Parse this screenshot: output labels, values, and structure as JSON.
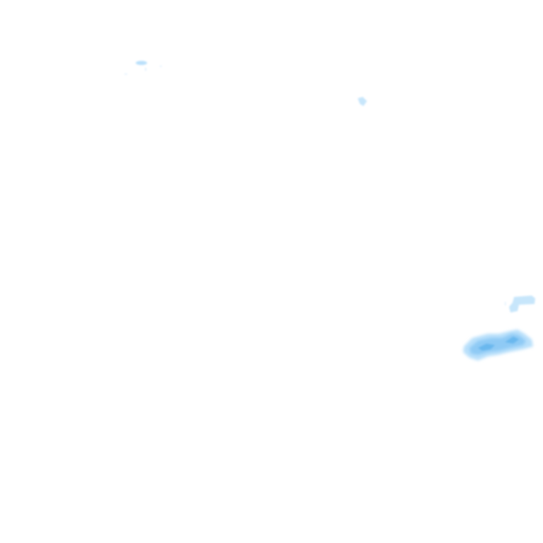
{
  "map": {
    "background_color": "#ffffff",
    "layer_type": "precipitation-radar-tile",
    "legend_colors": {
      "very_light": "#dff0fd",
      "light": "#b9e0fb",
      "moderate": "#8fcaf5",
      "heavy": "#5fb0ea"
    },
    "echoes": [
      {
        "name": "echo-northwest-speck",
        "intensity": "light"
      },
      {
        "name": "echo-north-center-speck",
        "intensity": "light"
      },
      {
        "name": "echo-east-hook",
        "intensity": "light"
      },
      {
        "name": "echo-east-main-band",
        "intensity": "moderate"
      }
    ]
  }
}
